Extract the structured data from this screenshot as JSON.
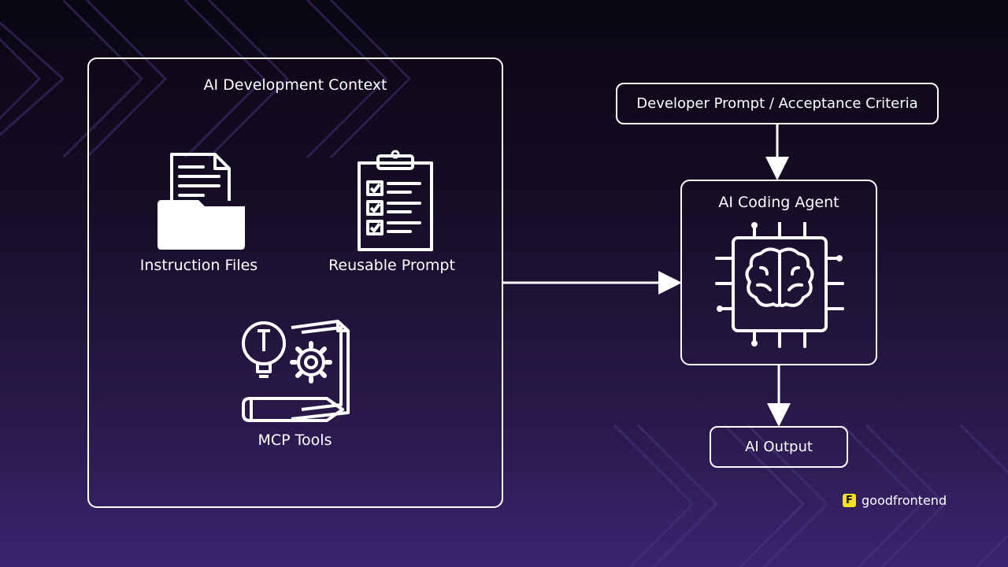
{
  "context_box": {
    "title": "AI Development Context",
    "items": [
      {
        "label": "Instruction Files",
        "icon": "folder-document-icon"
      },
      {
        "label": "Reusable Prompt",
        "icon": "clipboard-checklist-icon"
      },
      {
        "label": "MCP Tools",
        "icon": "lightbulb-gear-blueprint-icon"
      }
    ]
  },
  "developer_prompt": {
    "label": "Developer Prompt / Acceptance Criteria"
  },
  "agent": {
    "title": "AI Coding Agent",
    "icon": "brain-chip-icon"
  },
  "output": {
    "label": "AI Output"
  },
  "brand": {
    "logo_letter": "F",
    "name": "goodfrontend"
  },
  "colors": {
    "stroke": "#ffffff",
    "background_top": "#0a0612",
    "background_bottom": "#3a2470",
    "brand_accent": "#f6e21a"
  }
}
